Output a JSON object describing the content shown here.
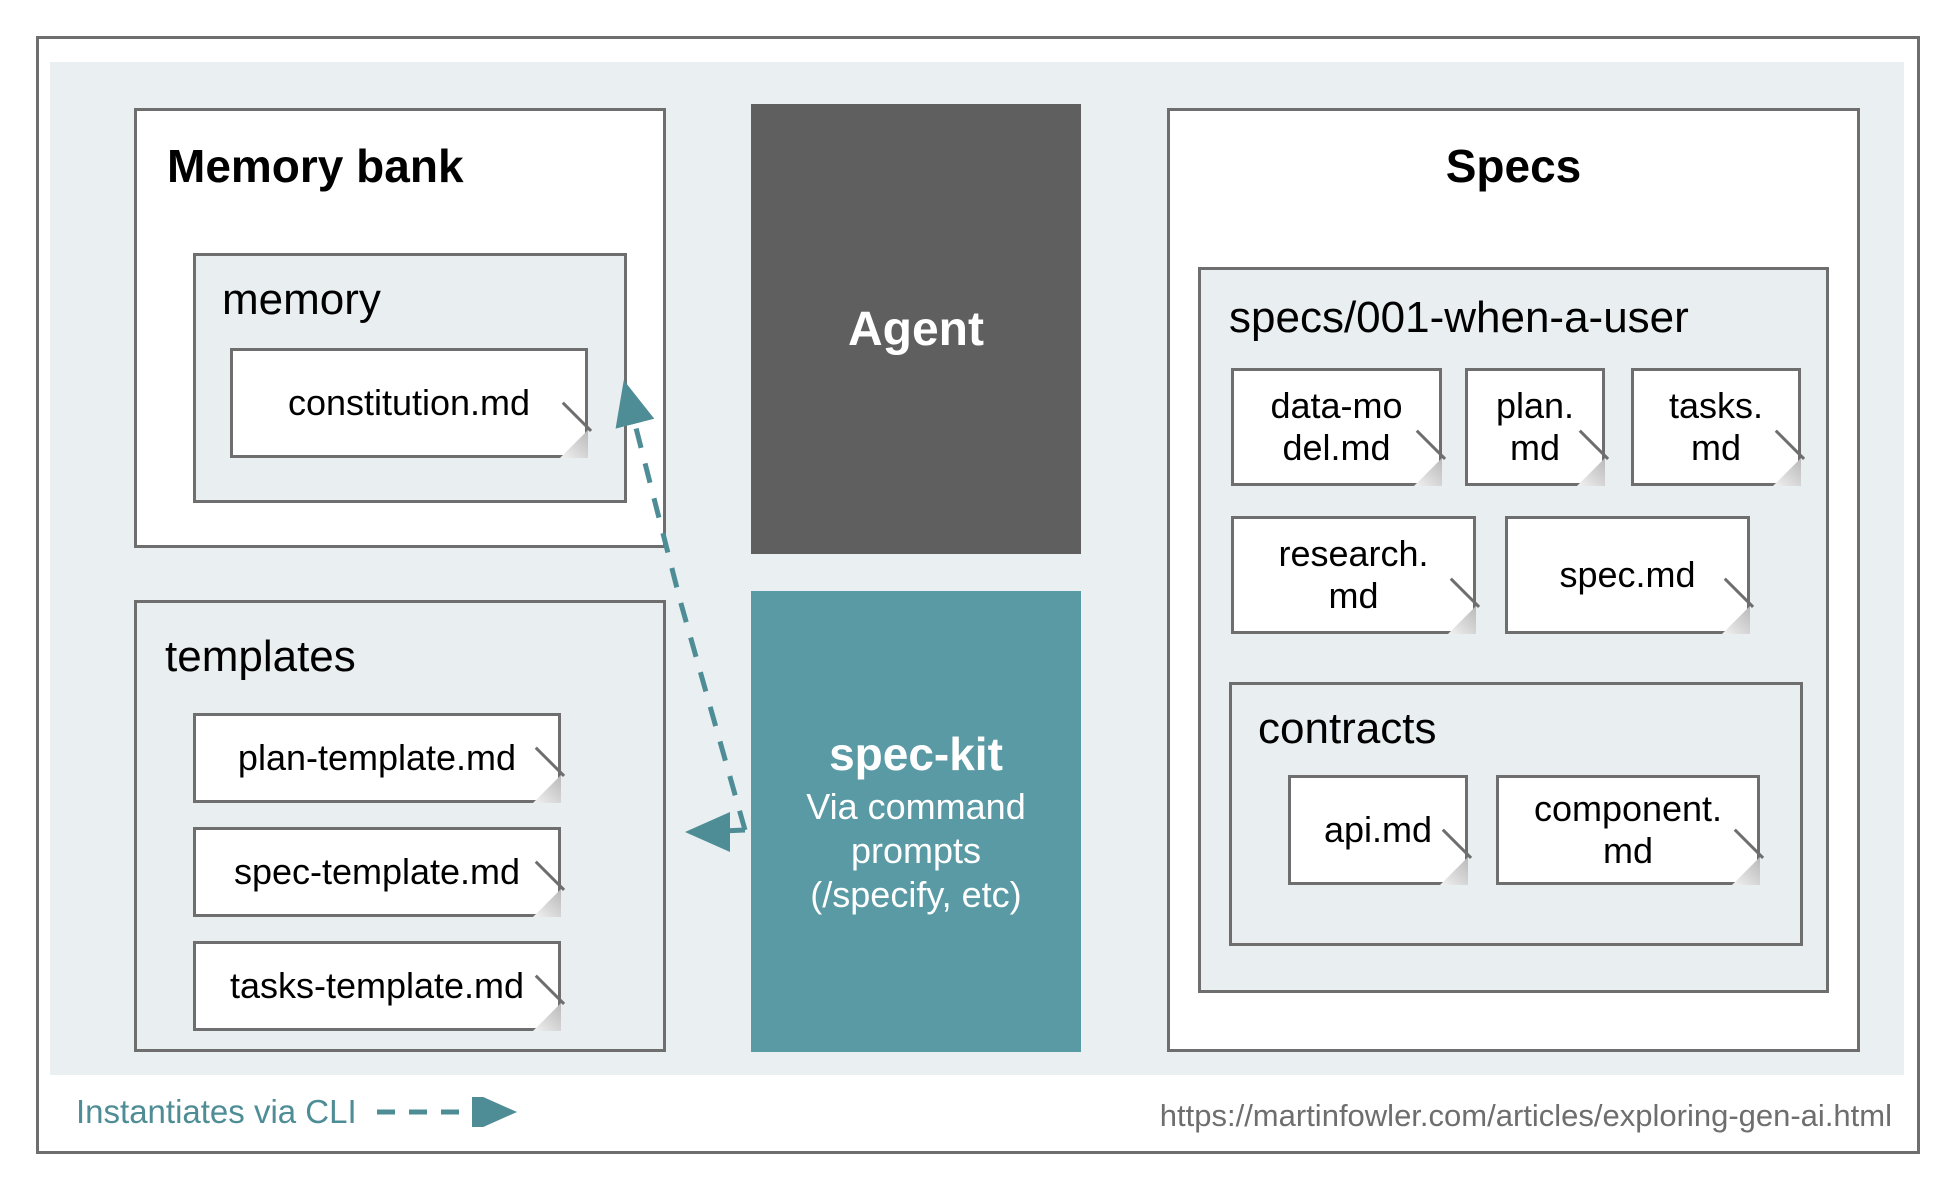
{
  "colors": {
    "page_background": "#ffffff",
    "panel_background": "#EAEFF2",
    "border": "#6E6E6E",
    "agent_fill": "#5F5F5F",
    "speckit_fill": "#5A9AA5",
    "accent_teal": "#4E8D96",
    "group_tint": "#E9EEF1",
    "text": "#000000",
    "muted_text": "#6E6E6E"
  },
  "memory_bank": {
    "title": "Memory bank",
    "memory_group": {
      "title": "memory",
      "files": [
        {
          "name": "constitution.md"
        }
      ]
    }
  },
  "templates": {
    "title": "templates",
    "files": [
      {
        "name": "plan-template.md"
      },
      {
        "name": "spec-template.md"
      },
      {
        "name": "tasks-template.md"
      }
    ]
  },
  "agent": {
    "label": "Agent"
  },
  "speckit": {
    "title": "spec-kit",
    "subtitle_lines": [
      "Via command",
      "prompts",
      "(/specify, etc)"
    ]
  },
  "specs": {
    "title": "Specs",
    "feature_group": {
      "title": "specs/001-when-a-user",
      "row1": [
        {
          "name": "data-mo\ndel.md"
        },
        {
          "name": "plan.\nmd"
        },
        {
          "name": "tasks.\nmd"
        }
      ],
      "row2": [
        {
          "name": "research.\nmd"
        },
        {
          "name": "spec.md"
        }
      ],
      "contracts": {
        "title": "contracts",
        "files": [
          {
            "name": "api.md"
          },
          {
            "name": "component.\nmd"
          }
        ]
      }
    }
  },
  "legend": {
    "label": "Instantiates via CLI",
    "arrow_style": "dashed-arrow"
  },
  "footer": {
    "source_url": "https://martinfowler.com/articles/exploring-gen-ai.html"
  }
}
